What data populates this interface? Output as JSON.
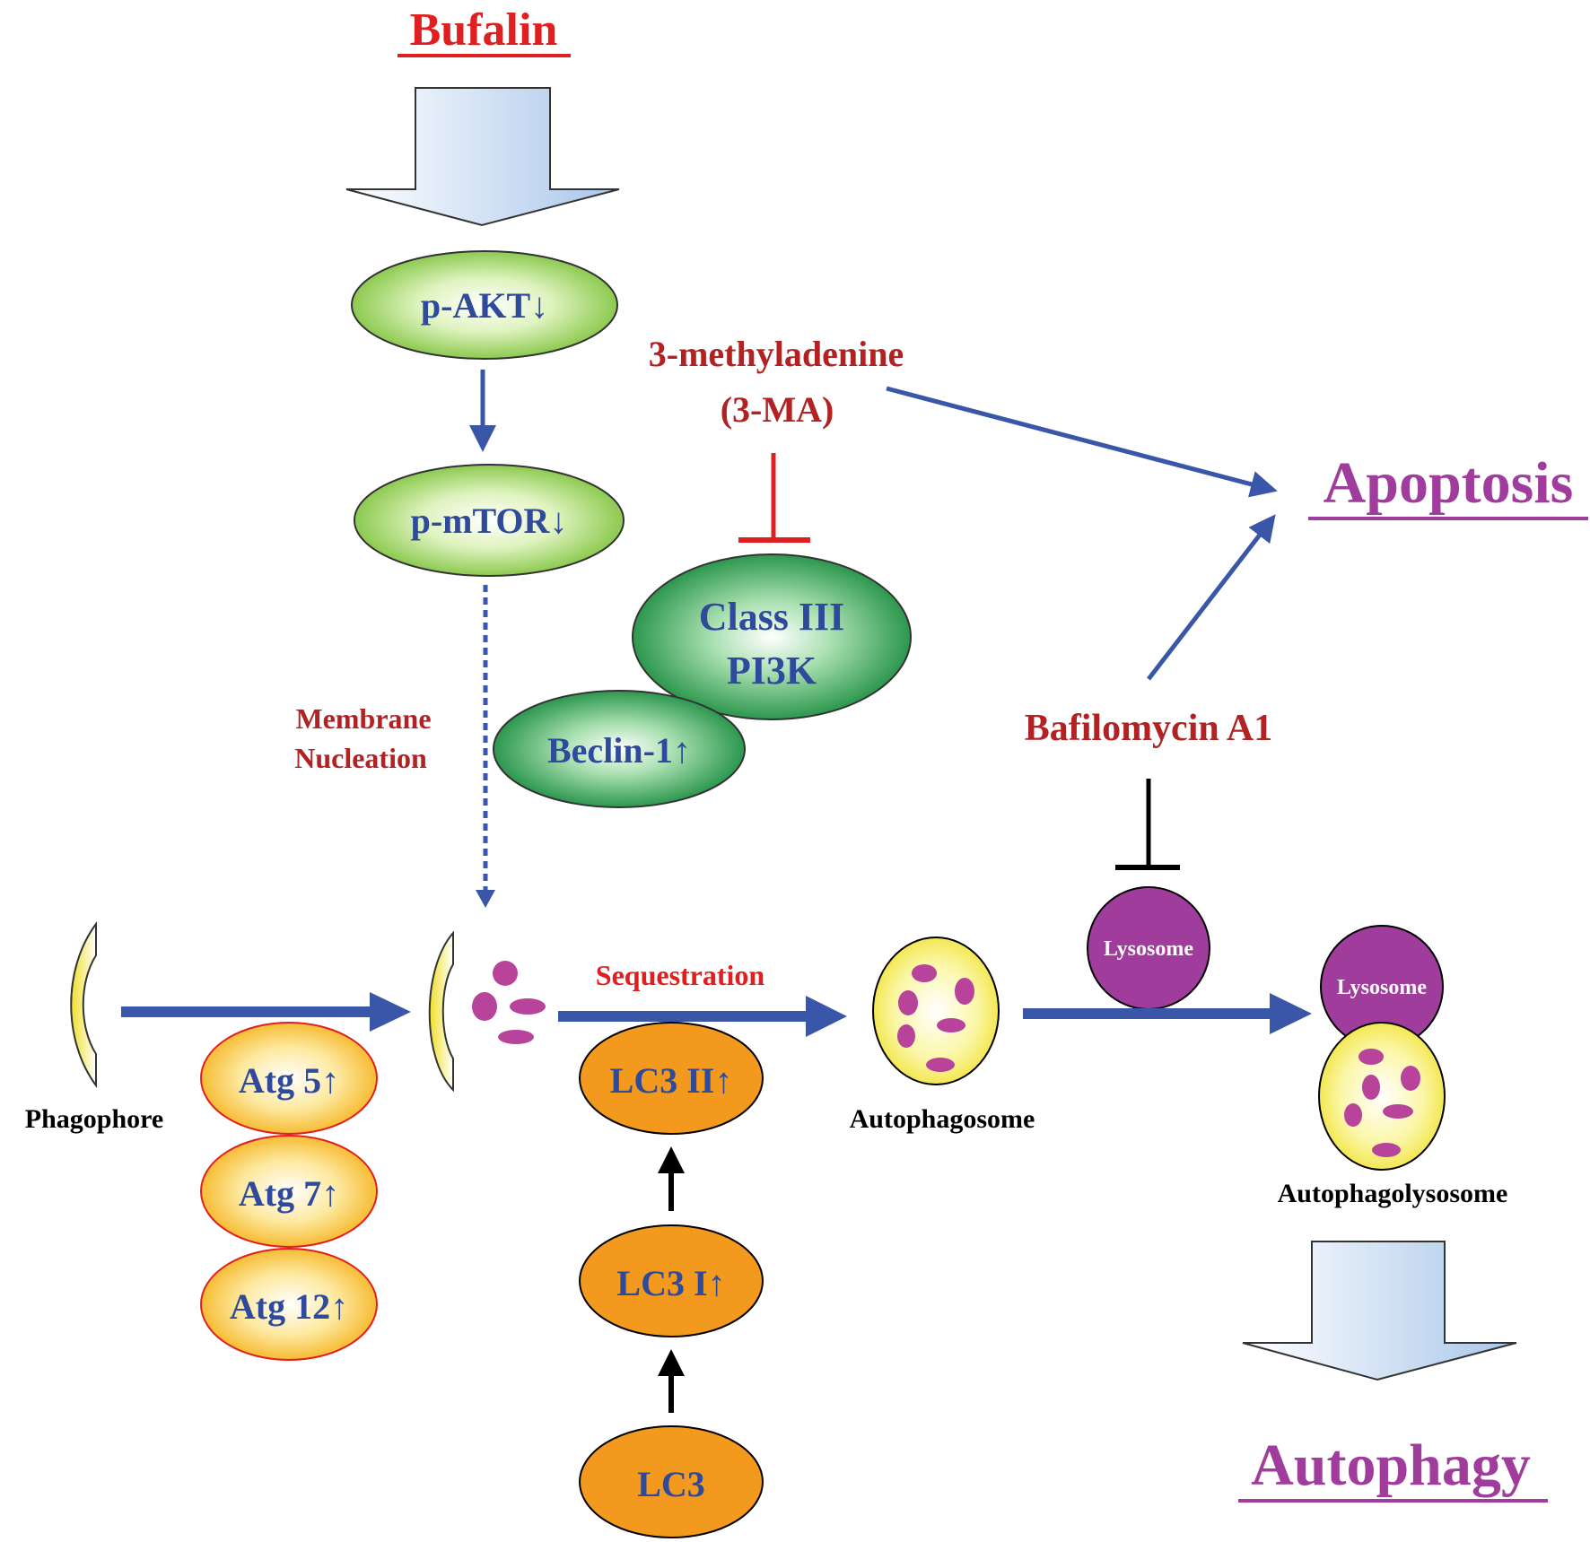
{
  "title": "Bufalin",
  "nodes": {
    "pakt": "p-AKT↓",
    "pmtor": "p-mTOR↓",
    "class3_line1": "Class III",
    "class3_line2": "PI3K",
    "beclin": "Beclin-1↑",
    "atg5": "Atg 5↑",
    "atg7": "Atg 7↑",
    "atg12": "Atg 12↑",
    "lc3ii": "LC3 II↑",
    "lc3i": "LC3 I↑",
    "lc3": "LC3",
    "lysosome1": "Lysosome",
    "lysosome2": "Lysosome"
  },
  "labels": {
    "three_ma_line1": "3-methyladenine",
    "three_ma_line2": "(3-MA)",
    "apoptosis": "Apoptosis",
    "bafilomycin": "Bafilomycin A1",
    "membrane_line1": "Membrane",
    "membrane_line2": "Nucleation",
    "sequestration": "Sequestration",
    "phagophore": "Phagophore",
    "autophagosome": "Autophagosome",
    "autophagolysosome": "Autophagolysosome",
    "autophagy": "Autophagy"
  },
  "colors": {
    "red_title": "#e02020",
    "dark_red": "#b22222",
    "blue_arrow": "#3a56a8",
    "node_text": "#2f4a9a",
    "purple": "#a03c9c",
    "orange": "#f39a1e",
    "green_light": "#8fd03c",
    "green_dark": "#1f8a3a"
  }
}
